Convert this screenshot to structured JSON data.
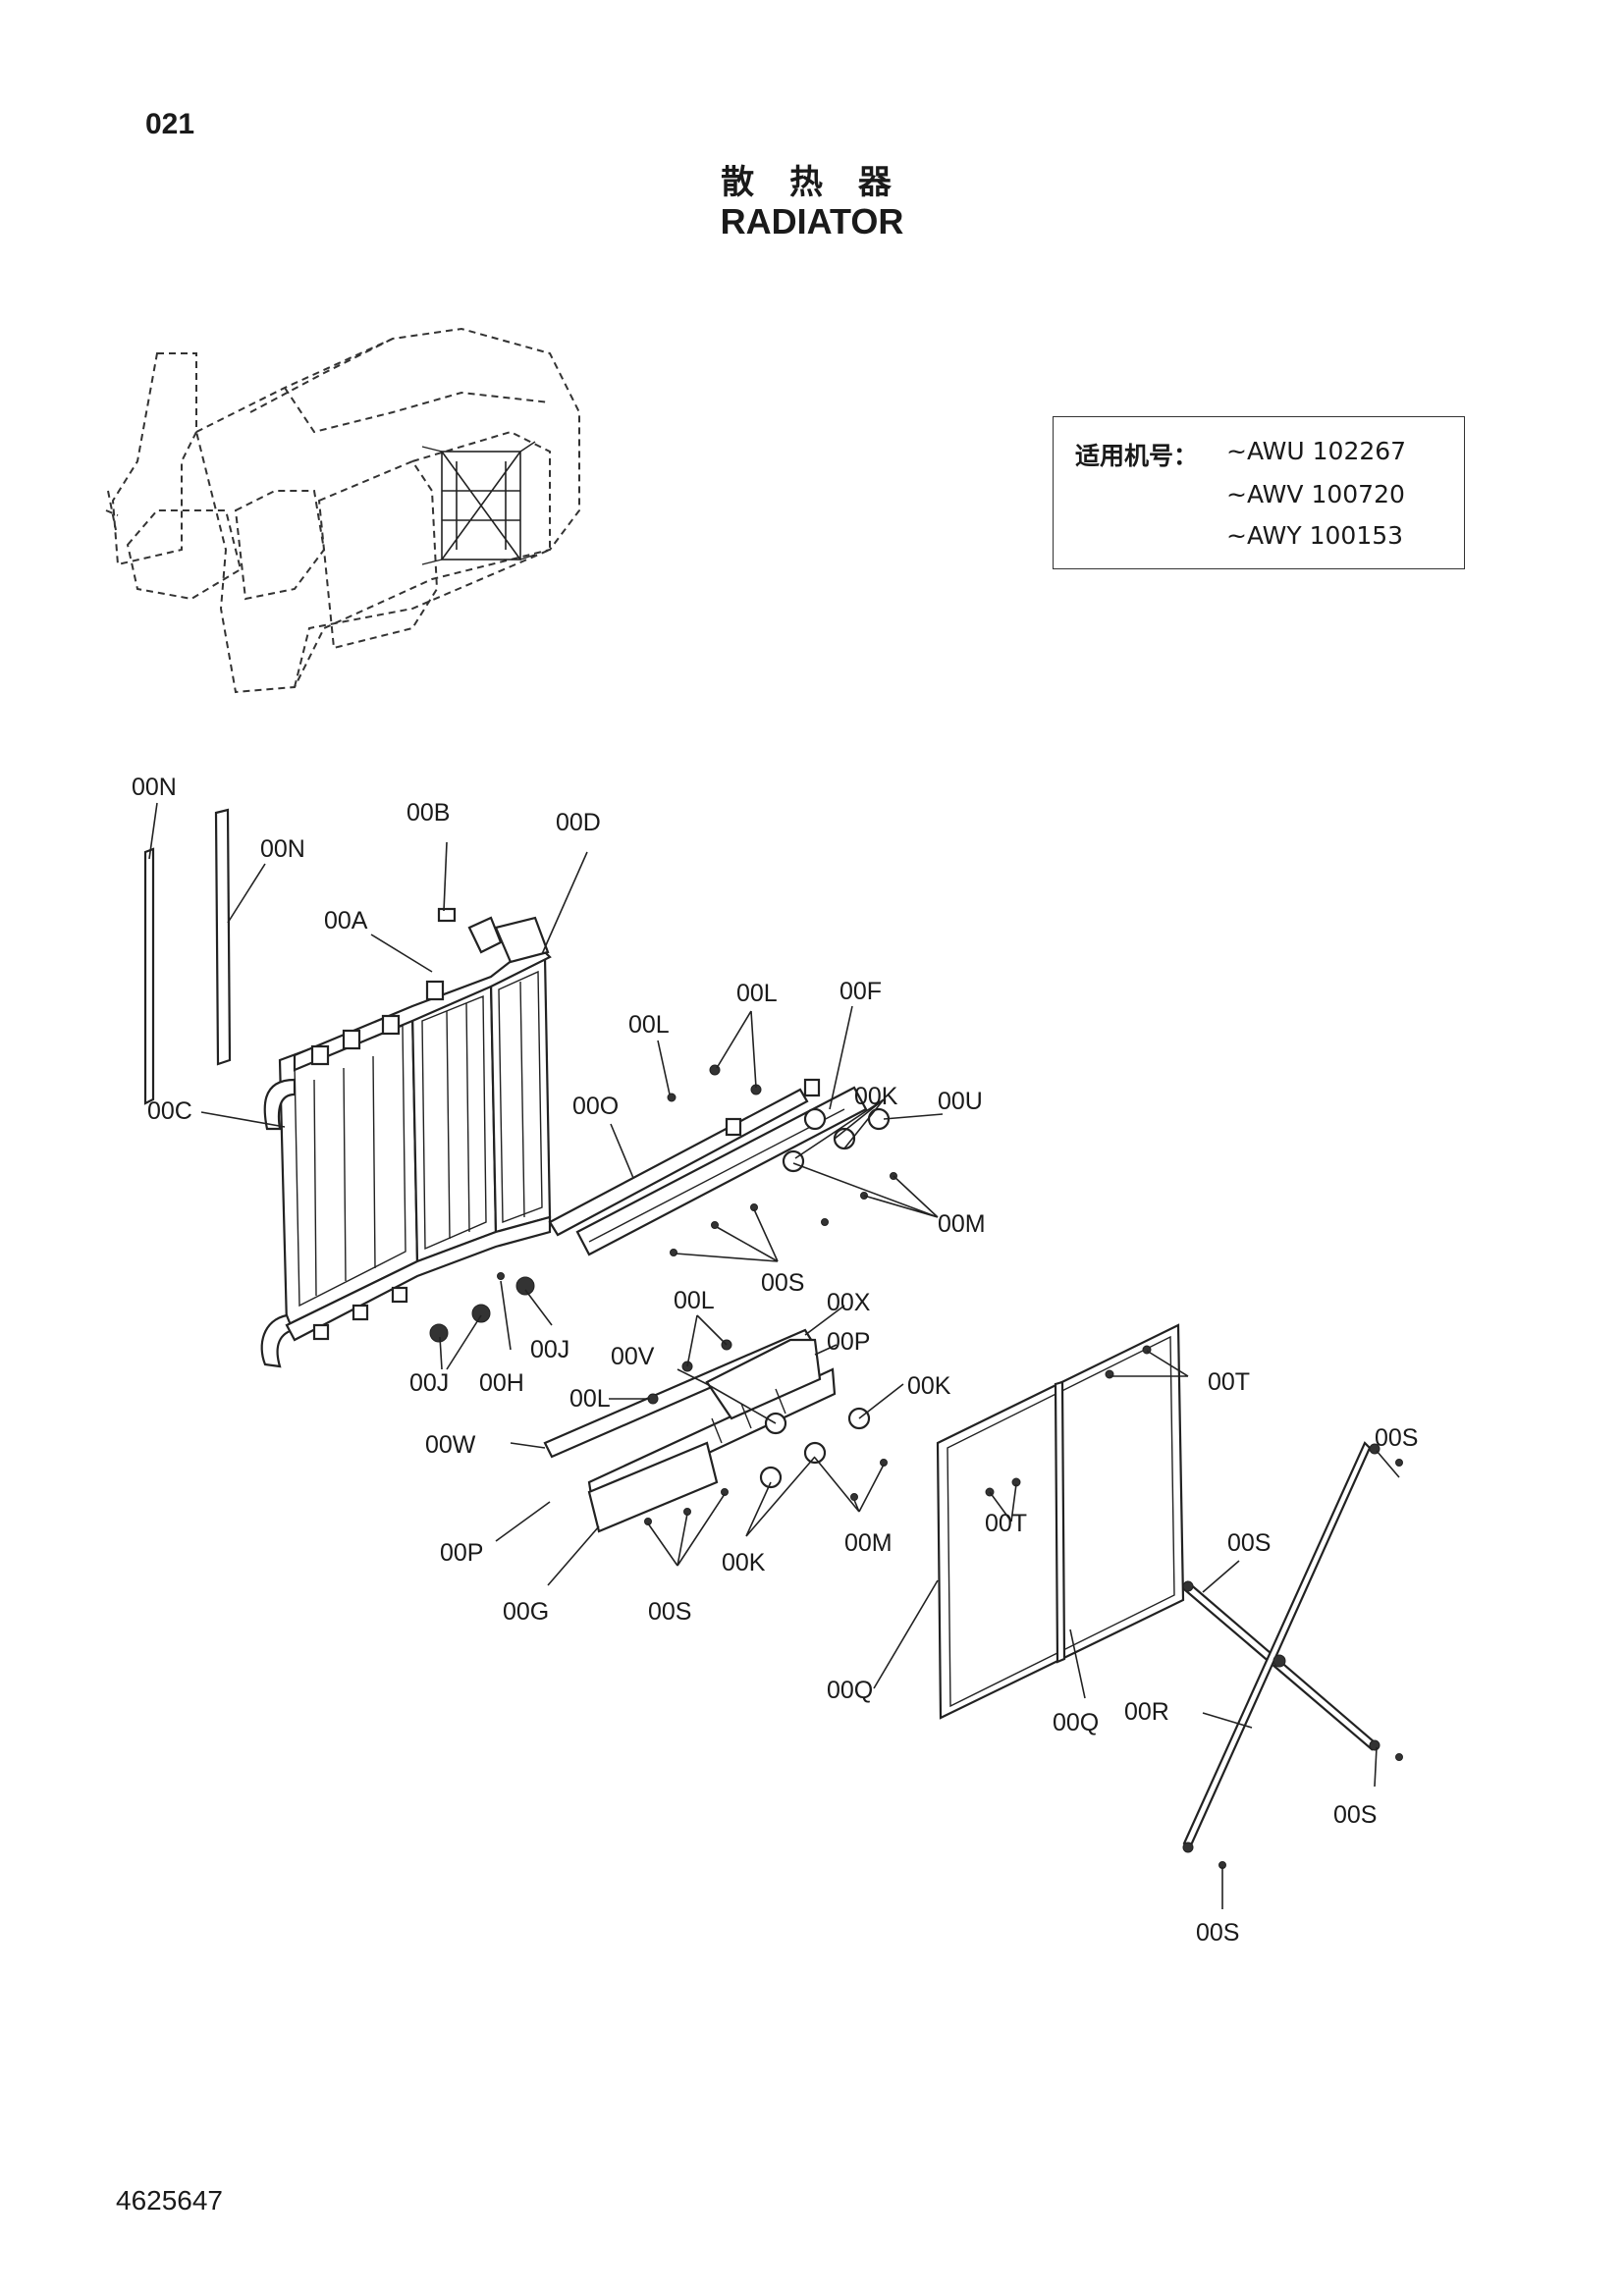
{
  "page_number": "021",
  "title_cn": "散 热 器",
  "title_en": "RADIATOR",
  "serial_box": {
    "label": "适用机号：",
    "lines": [
      "~AWU 102267",
      "~AWV 100720",
      "~AWY 100153"
    ]
  },
  "document_number": "4625647",
  "callouts": {
    "n1": "00N",
    "n2": "00N",
    "b": "00B",
    "d": "00D",
    "a": "00A",
    "c": "00C",
    "l1": "00L",
    "l2": "00L",
    "f": "00F",
    "o": "00O",
    "k1": "00K",
    "u": "00U",
    "m1": "00M",
    "s1": "00S",
    "j1": "00J",
    "j2": "00J",
    "h": "00H",
    "l3": "00L",
    "x": "00X",
    "v": "00V",
    "p1": "00P",
    "l4": "00L",
    "k2": "00K",
    "w": "00W",
    "p2": "00P",
    "g": "00G",
    "s2": "00S",
    "k3": "00K",
    "m2": "00M",
    "t1": "00T",
    "t2": "00T",
    "s3": "00S",
    "s4": "00S",
    "q1": "00Q",
    "q2": "00Q",
    "r": "00R",
    "s5": "00S",
    "s6": "00S"
  }
}
